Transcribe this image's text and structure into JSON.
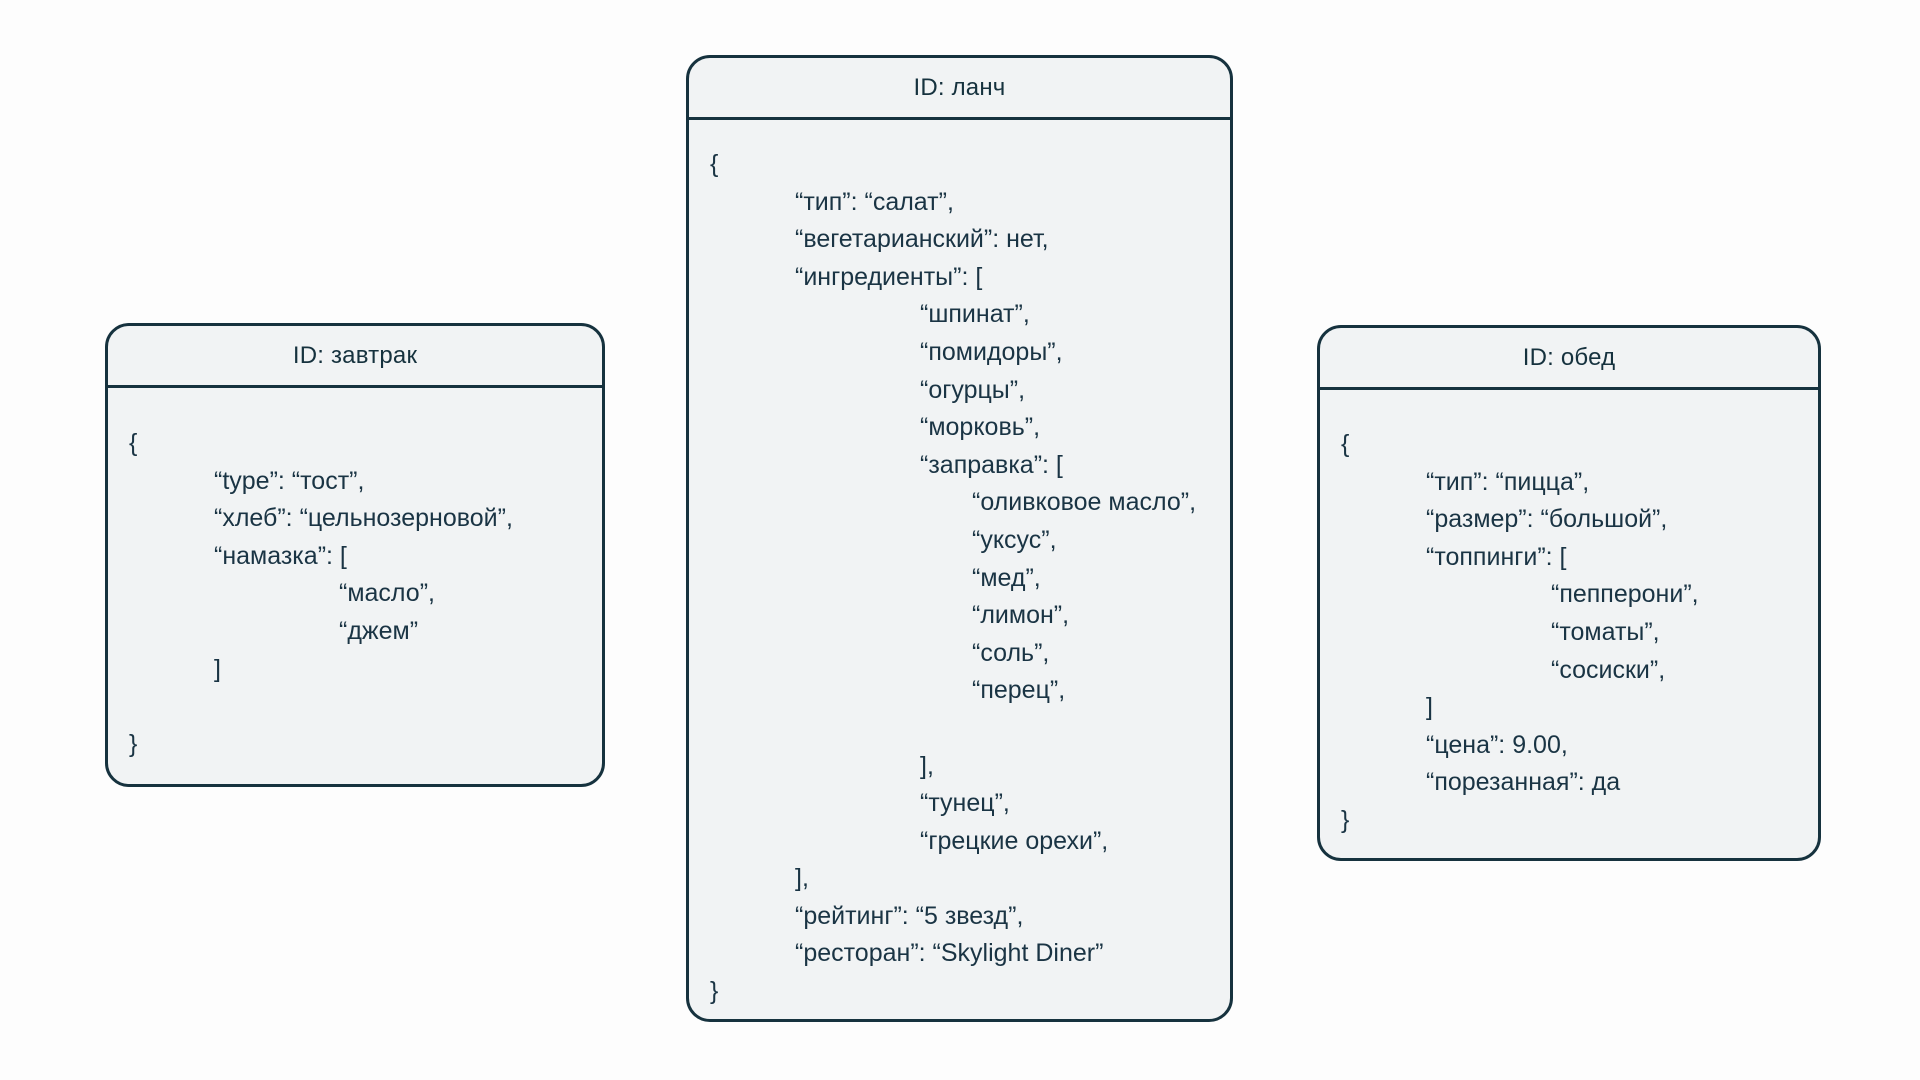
{
  "page": {
    "background": "#fdfdfd",
    "card_background": "#f1f3f4",
    "border_color": "#16323e",
    "text_color": "#1a3444"
  },
  "cards": [
    {
      "title": "ID: завтрак",
      "lines": [
        {
          "t": "{",
          "i": 0
        },
        {
          "t": "“type”: “тост”,",
          "i": 1
        },
        {
          "t": "“хлеб”: “цельнозерновой”,",
          "i": 1
        },
        {
          "t": "“намазка”: [",
          "i": 1
        },
        {
          "t": "“масло”,",
          "i": 2
        },
        {
          "t": "“джем”",
          "i": 2
        },
        {
          "t": "]",
          "i": 1
        },
        {
          "t": "",
          "i": 0
        },
        {
          "t": "}",
          "i": 0
        }
      ]
    },
    {
      "title": "ID: ланч",
      "lines": [
        {
          "t": "{",
          "i": 0
        },
        {
          "t": "“тип”: “салат”,",
          "i": 1
        },
        {
          "t": "“вегетарианский”: нет,",
          "i": 1
        },
        {
          "t": "“ингредиенты”: [",
          "i": 1
        },
        {
          "t": "“шпинат”,",
          "i": 2
        },
        {
          "t": "“помидоры”,",
          "i": 2
        },
        {
          "t": "“огурцы”,",
          "i": 2
        },
        {
          "t": "“морковь”,",
          "i": 2
        },
        {
          "t": "“заправка”: [",
          "i": 2
        },
        {
          "t": "“оливковое масло”,",
          "i": 3
        },
        {
          "t": "“уксус”,",
          "i": 3
        },
        {
          "t": "“мед”,",
          "i": 3
        },
        {
          "t": "“лимон”,",
          "i": 3
        },
        {
          "t": "“соль”,",
          "i": 3
        },
        {
          "t": "“перец”,",
          "i": 3
        },
        {
          "t": "",
          "i": 0
        },
        {
          "t": "],",
          "i": 2
        },
        {
          "t": "“тунец”,",
          "i": 2
        },
        {
          "t": "“грецкие орехи”,",
          "i": 2
        },
        {
          "t": "],",
          "i": 1
        },
        {
          "t": "“рейтинг”: “5 звезд”,",
          "i": 1
        },
        {
          "t": "“ресторан”: “Skylight Diner”",
          "i": 1
        },
        {
          "t": "}",
          "i": 0
        }
      ]
    },
    {
      "title": "ID: обед",
      "lines": [
        {
          "t": "{",
          "i": 0
        },
        {
          "t": "“тип”: “пицца”,",
          "i": 1
        },
        {
          "t": "“размер”: “большой”,",
          "i": 1
        },
        {
          "t": "“топпинги”: [",
          "i": 1
        },
        {
          "t": "“пепперони”,",
          "i": 2
        },
        {
          "t": "“томаты”,",
          "i": 2
        },
        {
          "t": "“сосиски”,",
          "i": 2
        },
        {
          "t": "]",
          "i": 1
        },
        {
          "t": "“цена”: 9.00,",
          "i": 1
        },
        {
          "t": "“порезанная”: да",
          "i": 1
        },
        {
          "t": "}",
          "i": 0
        }
      ]
    }
  ]
}
